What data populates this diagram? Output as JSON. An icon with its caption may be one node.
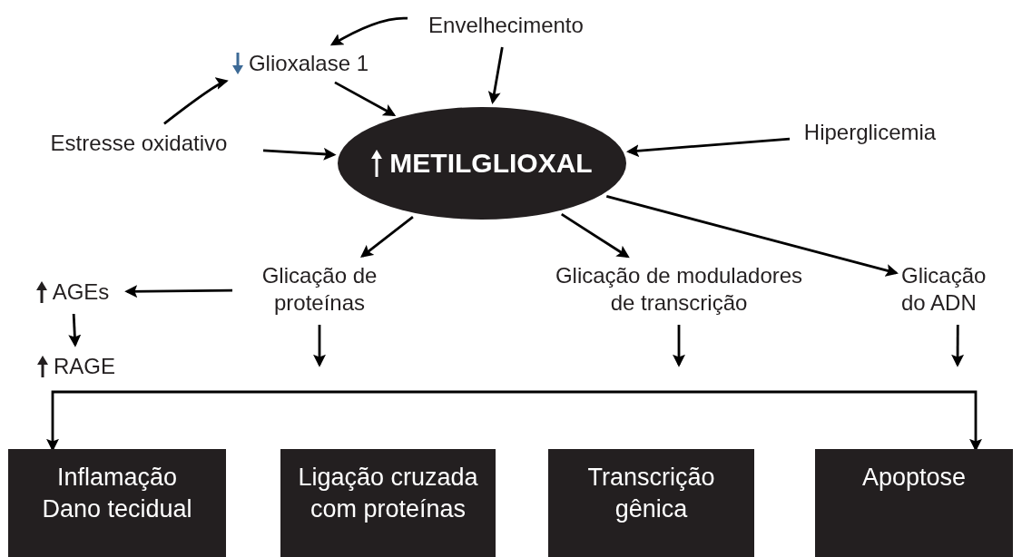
{
  "diagram": {
    "nodes": [
      {
        "text": [
          "Envelhecimento"
        ]
      },
      {
        "text": [
          "Glioxalase 1"
        ]
      },
      {
        "text": [
          "Estresse oxidativo"
        ]
      },
      {
        "text": [
          "METILGLIOXAL"
        ]
      },
      {
        "text": [
          "Hiperglicemia"
        ]
      },
      {
        "text": [
          "Glicação de proteínas"
        ]
      },
      {
        "text": [
          "Glicação de moduladores de transcrição"
        ]
      },
      {
        "text": [
          "Glicação do ADN"
        ]
      },
      {
        "text": [
          "AGEs"
        ]
      },
      {
        "text": [
          "RAGE"
        ]
      },
      {
        "text": [
          "Inflamação Dano tecidual"
        ]
      },
      {
        "text": [
          "Ligação cruzada com proteínas"
        ]
      },
      {
        "text": [
          "Transcrição gênica"
        ]
      },
      {
        "text": [
          "Apoptose"
        ]
      }
    ],
    "edges": [
      {
        "from": 0,
        "to": 1,
        "arrow": "to"
      },
      {
        "from": 0,
        "to": 3,
        "arrow": "to"
      },
      {
        "from": 2,
        "to": 1,
        "arrow": "to"
      },
      {
        "from": 1,
        "to": 3,
        "arrow": "to"
      },
      {
        "from": 2,
        "to": 3,
        "arrow": "to"
      },
      {
        "from": 4,
        "to": 3,
        "arrow": "to"
      },
      {
        "from": 3,
        "to": 5,
        "arrow": "to"
      },
      {
        "from": 3,
        "to": 6,
        "arrow": "to"
      },
      {
        "from": 3,
        "to": 7,
        "arrow": "to"
      },
      {
        "from": 5,
        "to": 8,
        "arrow": "to"
      },
      {
        "from": 8,
        "to": 9,
        "arrow": "to"
      },
      {
        "from": 5,
        "to": null,
        "arrow": "to"
      },
      {
        "from": 6,
        "to": null,
        "arrow": "to"
      },
      {
        "from": 7,
        "to": null,
        "arrow": "to"
      },
      {
        "from": null,
        "to": 10,
        "arrow": "to"
      },
      {
        "from": null,
        "to": 13,
        "arrow": "to"
      }
    ]
  }
}
